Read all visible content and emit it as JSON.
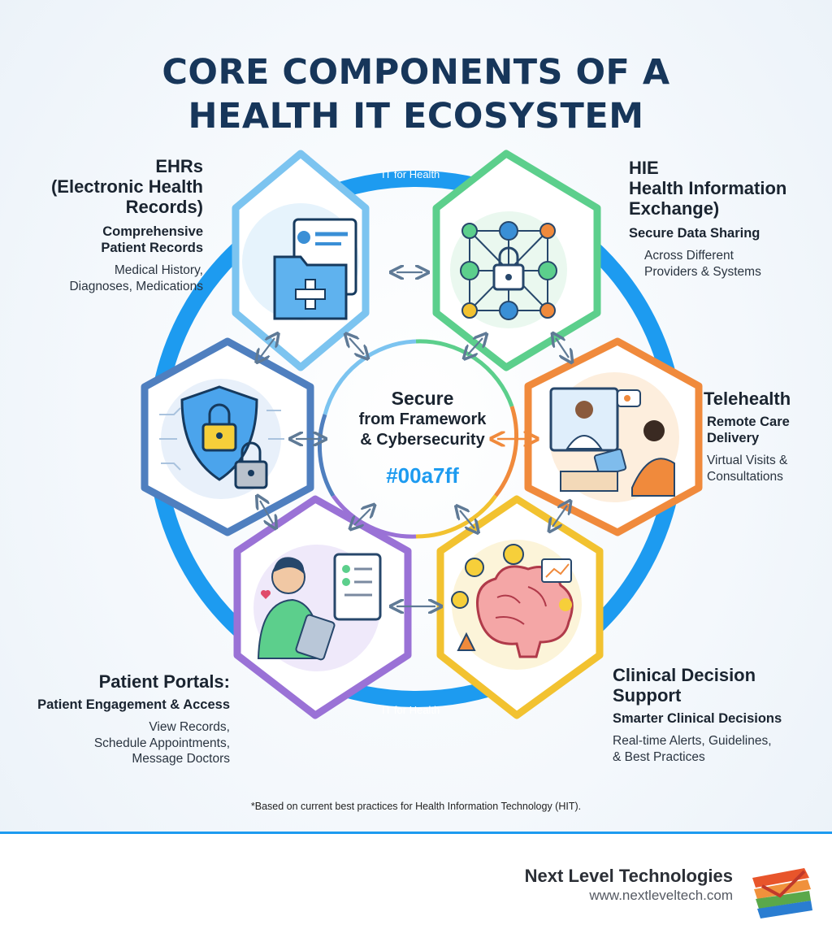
{
  "title": {
    "line1": "CORE COMPONENTS OF A",
    "line2": "HEALTH IT ECOSYSTEM"
  },
  "ring_labels": {
    "top": "IT for Health",
    "bottom": "IT for Health"
  },
  "center": {
    "line1": "Secure",
    "line2": "from Framework",
    "line3": "& Cybersecurity",
    "hex": "#00a7ff"
  },
  "components": {
    "ehr": {
      "title1": "EHRs",
      "title2": "(Electronic Health",
      "title3": "Records)",
      "subtitle1": "Comprehensive",
      "subtitle2": "Patient Records",
      "desc1": "Medical History,",
      "desc2": "Diagnoses, Medications"
    },
    "hie": {
      "title1": "HIE",
      "title2": "Health Information",
      "title3": "Exchange)",
      "subtitle": "Secure Data Sharing",
      "desc1": "Across Different",
      "desc2": "Providers & Systems"
    },
    "telehealth": {
      "title": "Telehealth",
      "subtitle1": "Remote Care",
      "subtitle2": "Delivery",
      "desc1": "Virtual Visits &",
      "desc2": "Consultations"
    },
    "portals": {
      "title": "Patient Portals:",
      "subtitle": "Patient Engagement & Access",
      "desc1": "View Records,",
      "desc2": "Schedule Appointments,",
      "desc3": "Message Doctors"
    },
    "cds": {
      "title1": "Clinical Decision",
      "title2": "Support",
      "subtitle": "Smarter Clinical Decisions",
      "desc1": "Real-time Alerts, Guidelines,",
      "desc2": "& Best Practices"
    }
  },
  "footnote": "*Based on current best practices for Health Information Technology (HIT).",
  "brand": {
    "name": "Next Level Technologies",
    "url": "www.nextleveltech.com"
  },
  "colors": {
    "ring": "#1d9bf0",
    "ehr": "#7cc4f0",
    "hie": "#5ccf8c",
    "telehealth": "#f08a3c",
    "cds": "#f2c230",
    "portals": "#9a72d6",
    "security": "#4f7fbf",
    "title": "#17365a"
  },
  "icons": [
    "patient-folder-icon",
    "network-lock-icon",
    "video-consult-icon",
    "brain-lightbulb-icon",
    "tablet-user-icon",
    "shield-lock-icon"
  ]
}
